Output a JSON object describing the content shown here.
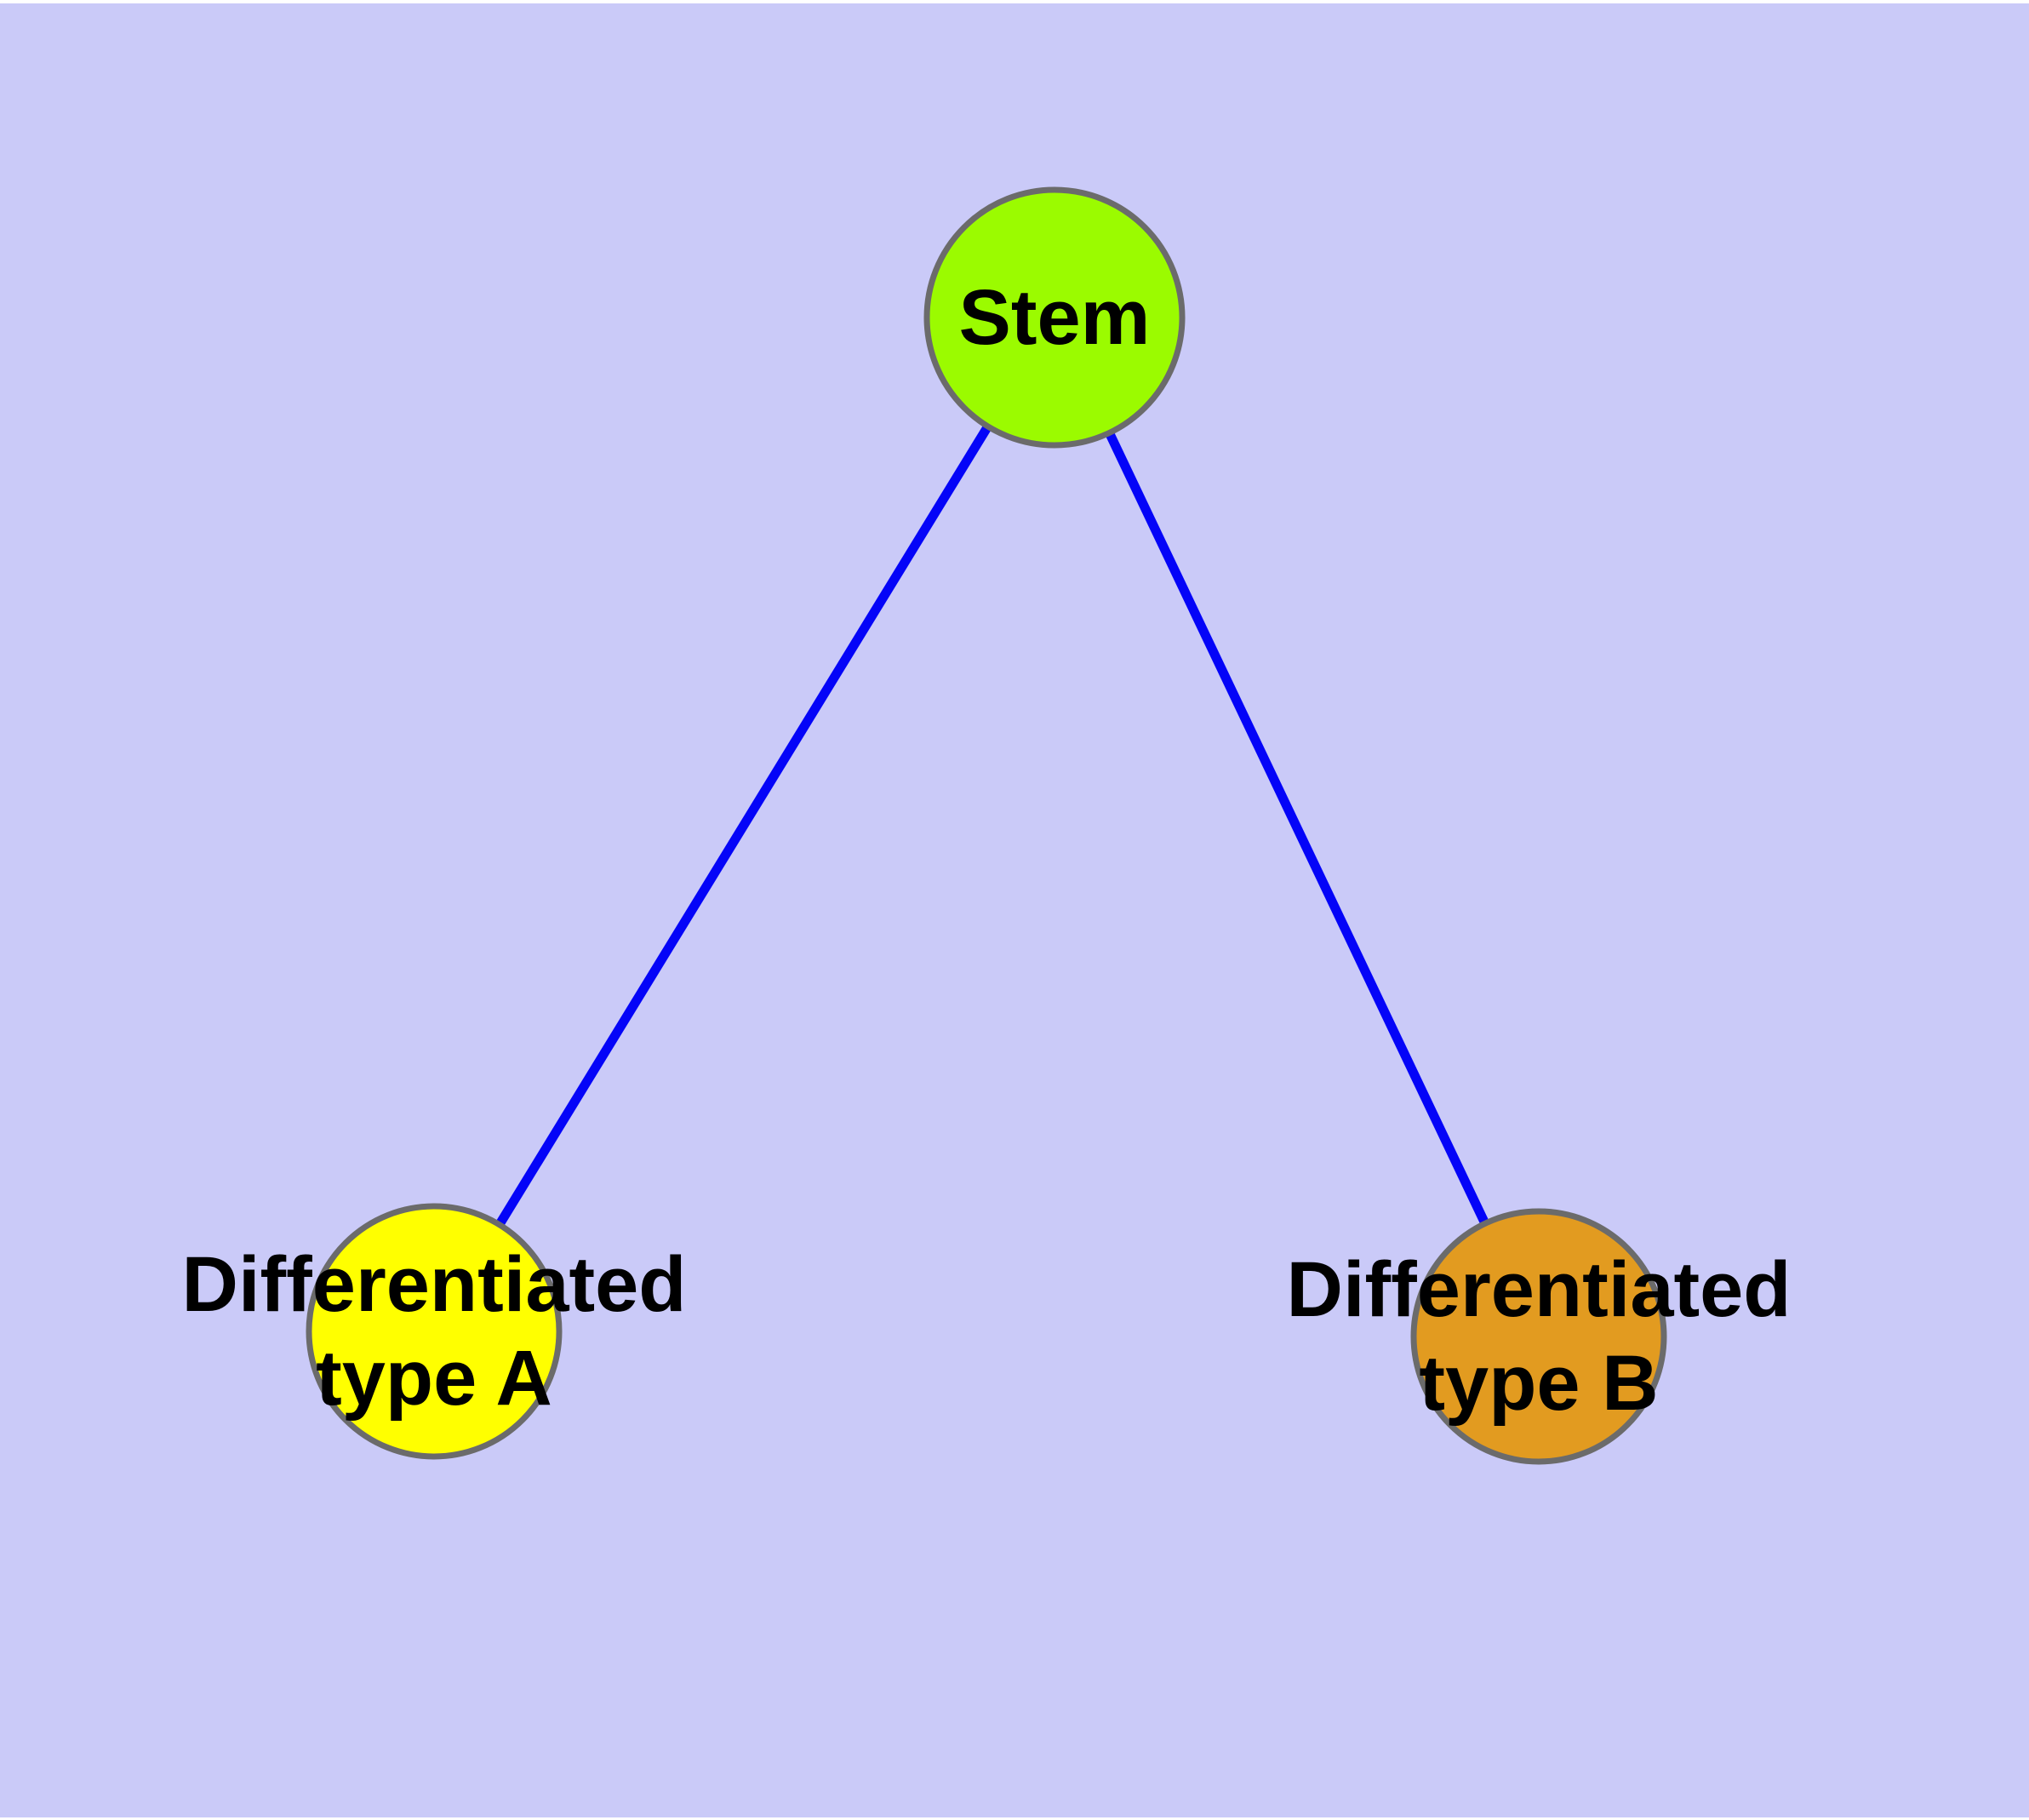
{
  "diagram": {
    "type": "graph",
    "description": "Stem cell differentiation tree: one stem node with edges to two differentiated cell-type nodes",
    "colors": {
      "background": "#CACAF8",
      "page_border": "#FFFFFF",
      "edge": "#0404F8",
      "node_border": "#6B6B6B",
      "text": "#000000"
    },
    "nodes": {
      "stem": {
        "label": "Stem",
        "color": "#9BFB00"
      },
      "type_a": {
        "label": "Differentiated type A",
        "line1": "Differentiated",
        "line2": "type A",
        "color": "#FFFF00"
      },
      "type_b": {
        "label": "Differentiated type B",
        "line1": "Differentiated",
        "line2": "type B",
        "color": "#E29B20"
      }
    },
    "edges": [
      {
        "from": "Stem",
        "to": "Differentiated type A"
      },
      {
        "from": "Stem",
        "to": "Differentiated type B"
      }
    ]
  }
}
